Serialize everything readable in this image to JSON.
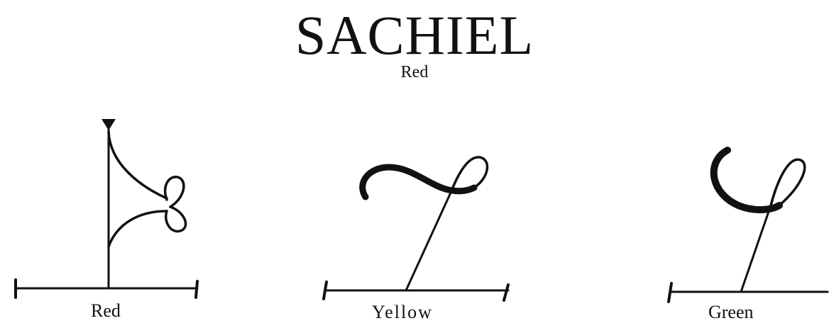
{
  "title": "SACHIEL",
  "subtitle": "Red",
  "sigils": [
    {
      "name": "sigil-red",
      "label": "Red"
    },
    {
      "name": "sigil-yellow",
      "label": "Yellow"
    },
    {
      "name": "sigil-green",
      "label": "Green"
    }
  ]
}
